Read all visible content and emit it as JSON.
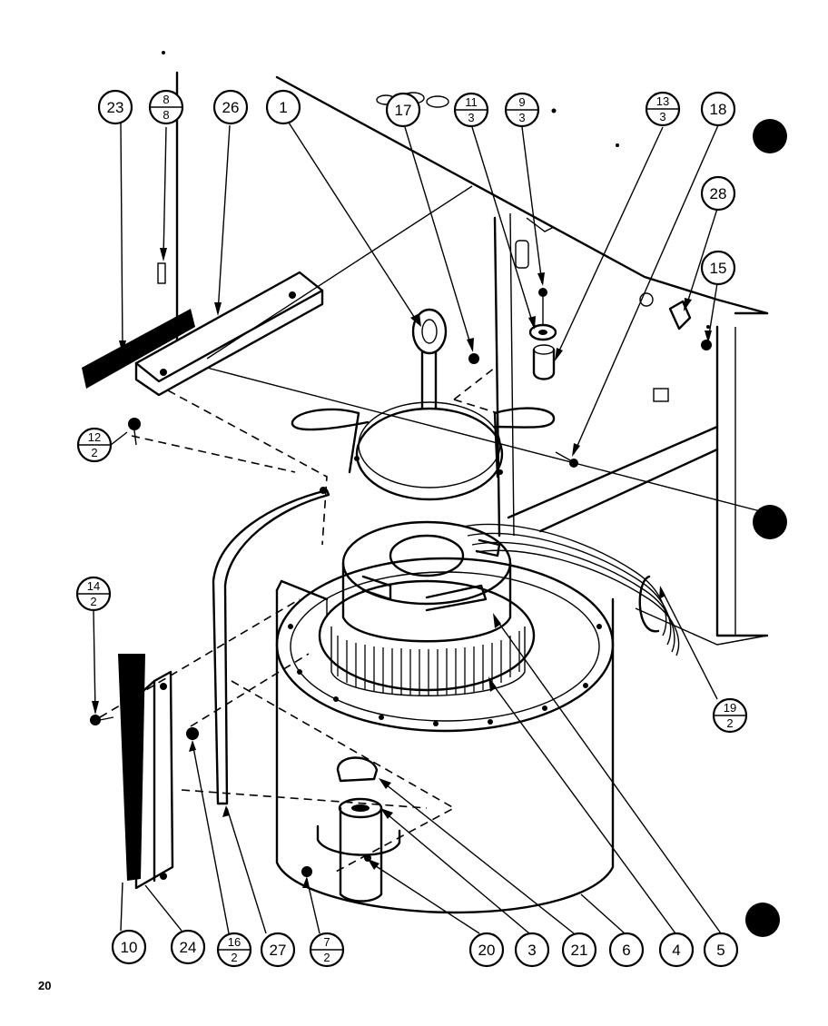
{
  "page_number": "20",
  "callouts": {
    "c23": "23",
    "c8_top": "8",
    "c8_bot": "8",
    "c26": "26",
    "c1": "1",
    "c17": "17",
    "c11_top": "11",
    "c11_bot": "3",
    "c9_top": "9",
    "c9_bot": "3",
    "c13_top": "13",
    "c13_bot": "3",
    "c18": "18",
    "c28": "28",
    "c15": "15",
    "c12_top": "12",
    "c12_bot": "2",
    "c14_top": "14",
    "c14_bot": "2",
    "c19_top": "19",
    "c19_bot": "2",
    "c10": "10",
    "c24": "24",
    "c16_top": "16",
    "c16_bot": "2",
    "c27": "27",
    "c7_top": "7",
    "c7_bot": "2",
    "c20": "20",
    "c3": "3",
    "c21": "21",
    "c6": "6",
    "c4": "4",
    "c5": "5"
  }
}
